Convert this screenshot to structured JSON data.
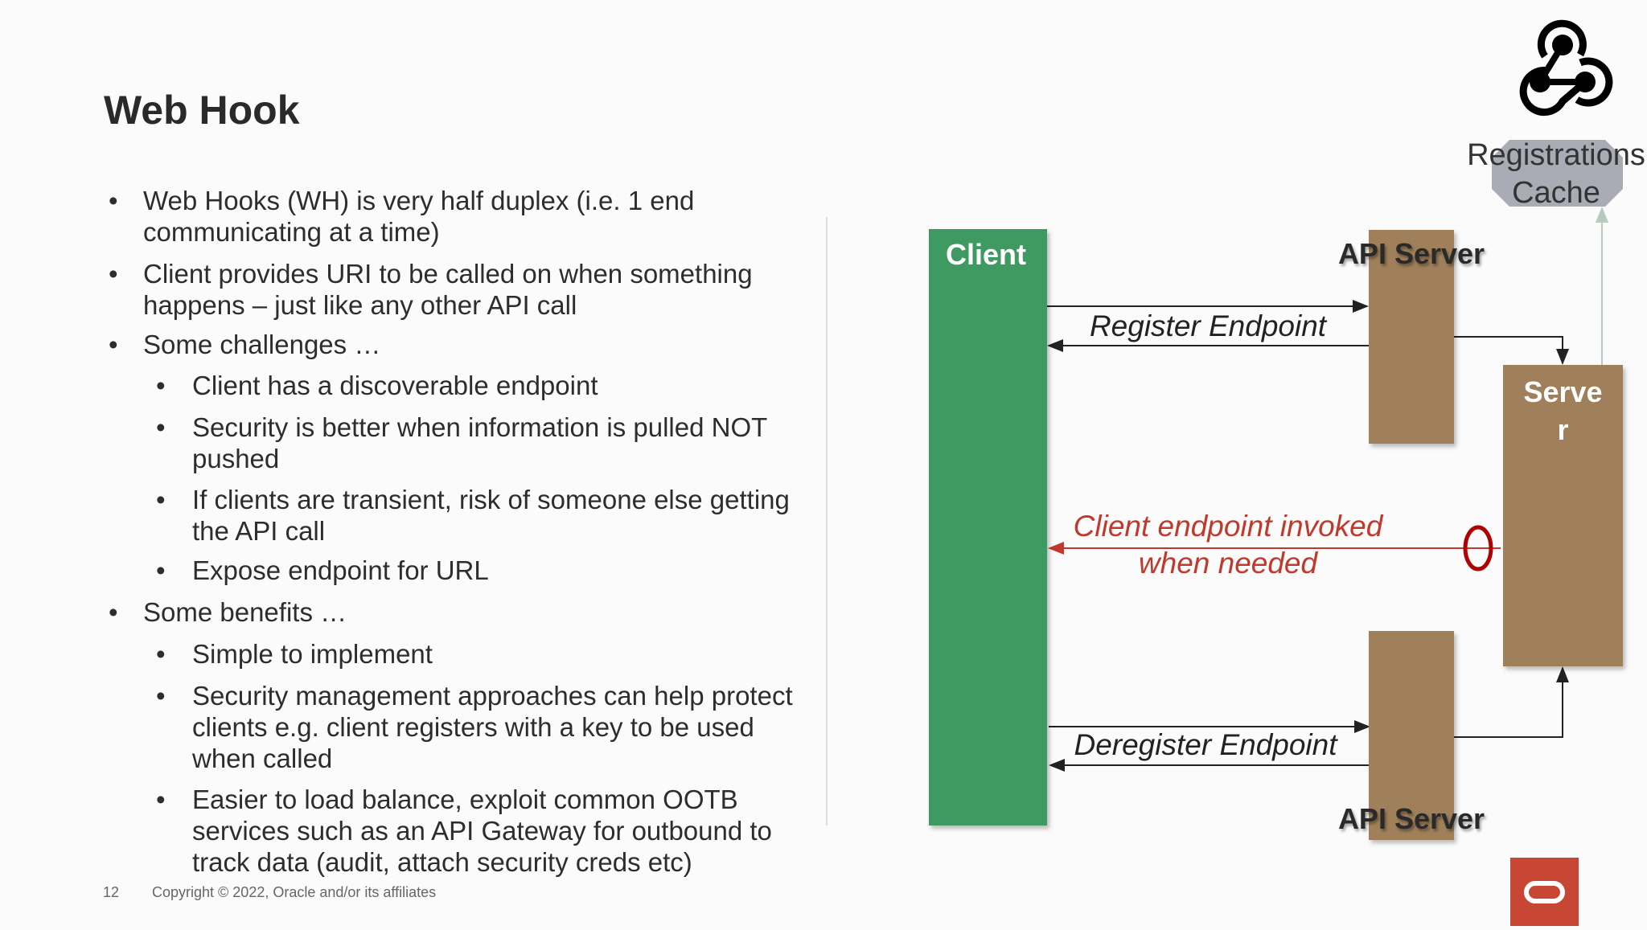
{
  "slide": {
    "title": "Web Hook",
    "bullets": [
      {
        "level": 1,
        "text": "Web Hooks (WH) is very half duplex (i.e. 1 end communicating at a time)"
      },
      {
        "level": 1,
        "text": "Client provides URI to be called on when something happens – just like any other API call"
      },
      {
        "level": 1,
        "text": "Some challenges …"
      },
      {
        "level": 2,
        "text": "Client has a discoverable endpoint"
      },
      {
        "level": 2,
        "text": "Security is better when information is pulled NOT pushed"
      },
      {
        "level": 2,
        "text": "If clients are transient, risk of someone else getting the API call"
      },
      {
        "level": 2,
        "text": "Expose endpoint for URL"
      },
      {
        "level": 1,
        "text": "Some benefits …"
      },
      {
        "level": 2,
        "text": "Simple to implement"
      },
      {
        "level": 2,
        "text": "Security management approaches can help protect clients e.g. client registers with a key to be used when called"
      },
      {
        "level": 2,
        "text": "Easier to load balance, exploit common OOTB services such as an API Gateway for outbound to track data (audit, attach security creds etc)"
      }
    ],
    "bullet_char": "•"
  },
  "diagram": {
    "client_label": "Client",
    "api_server_top_label": "API Server",
    "api_server_bottom_label": "API Server",
    "server_label_line1": "Serve",
    "server_label_line2": "r",
    "cache_label_line1": "Registrations",
    "cache_label_line2": "Cache",
    "register_label": "Register Endpoint",
    "deregister_label": "Deregister Endpoint",
    "invoke_label_line1": "Client endpoint invoked",
    "invoke_label_line2": "when needed",
    "icon": "webhook-icon",
    "colors": {
      "client": "#3f9a62",
      "server": "#a0805a",
      "invoke": "#c0392b",
      "cache": "#a9acb4"
    }
  },
  "footer": {
    "page_number": "12",
    "copyright": "Copyright © 2022, Oracle and/or its affiliates",
    "logo_color": "#c74634"
  }
}
